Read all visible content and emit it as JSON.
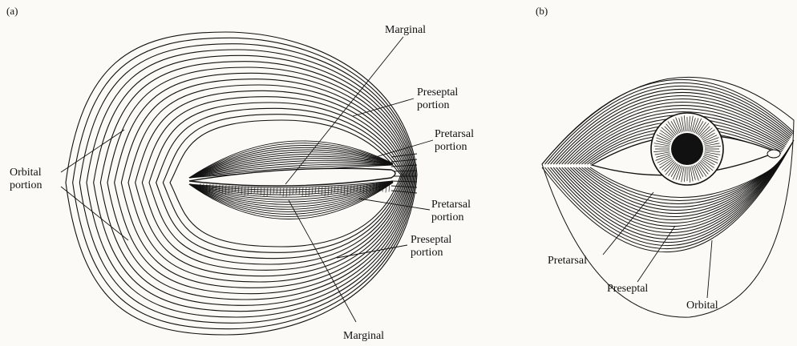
{
  "panels": {
    "a": {
      "id": "(a)",
      "labels": {
        "orbital": [
          "Orbital",
          "portion"
        ],
        "marginal_top": "Marginal",
        "preseptal_top": [
          "Preseptal",
          "portion"
        ],
        "pretarsal_top": [
          "Pretarsal",
          "portion"
        ],
        "pretarsal_bottom": [
          "Pretarsal",
          "portion"
        ],
        "preseptal_bottom": [
          "Preseptal",
          "portion"
        ],
        "marginal_bottom": "Marginal"
      }
    },
    "b": {
      "id": "(b)",
      "labels": {
        "pretarsal": "Pretarsal",
        "preseptal": "Preseptal",
        "orbital": "Orbital"
      }
    }
  },
  "colors": {
    "ink": "#111111",
    "paper": "#fbfaf6"
  }
}
